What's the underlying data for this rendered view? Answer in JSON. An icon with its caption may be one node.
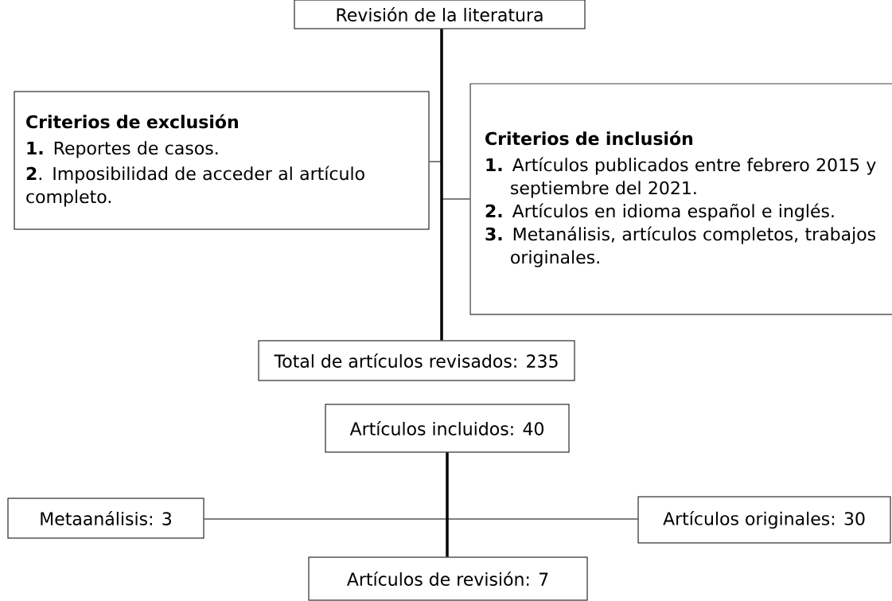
{
  "diagram": {
    "nodes": [
      {
        "text": [
          "Revisión de la literatura"
        ]
      },
      {
        "text": [
          "Criterios de exclusión",
          "**1.** Reportes de casos.",
          "**2**. Imposibilidad de acceder al artículo completo."
        ]
      },
      {
        "text": [
          "Criterios de inclusión",
          "**1.** Artículos publicados entre febrero 2015 y septiembre del 2021.",
          "**2.** Artículos en idioma español e inglés.",
          "**3.** Metanálisis, artículos completos, trabajos originales."
        ]
      },
      {
        "text": [
          "Total de artículos revisados: 235"
        ]
      },
      {
        "text": [
          "Artículos incluidos: 40"
        ]
      },
      {
        "text": [
          "Metaanálisis: 3"
        ]
      },
      {
        "text": [
          "Artículos originales: 30"
        ]
      },
      {
        "text": [
          "Artículos de revisión: 7"
        ]
      }
    ],
    "edges": [
      {
        "from": 0,
        "to": 3,
        "arrow": "none",
        "style": "thick"
      },
      {
        "from": 0,
        "to": 1,
        "arrow": "none"
      },
      {
        "from": 0,
        "to": 2,
        "arrow": "none"
      },
      {
        "from": 4,
        "to": 7,
        "arrow": "none",
        "style": "thick"
      },
      {
        "from": 4,
        "to": 5,
        "arrow": "none"
      },
      {
        "from": 4,
        "to": 6,
        "arrow": "none"
      }
    ]
  }
}
